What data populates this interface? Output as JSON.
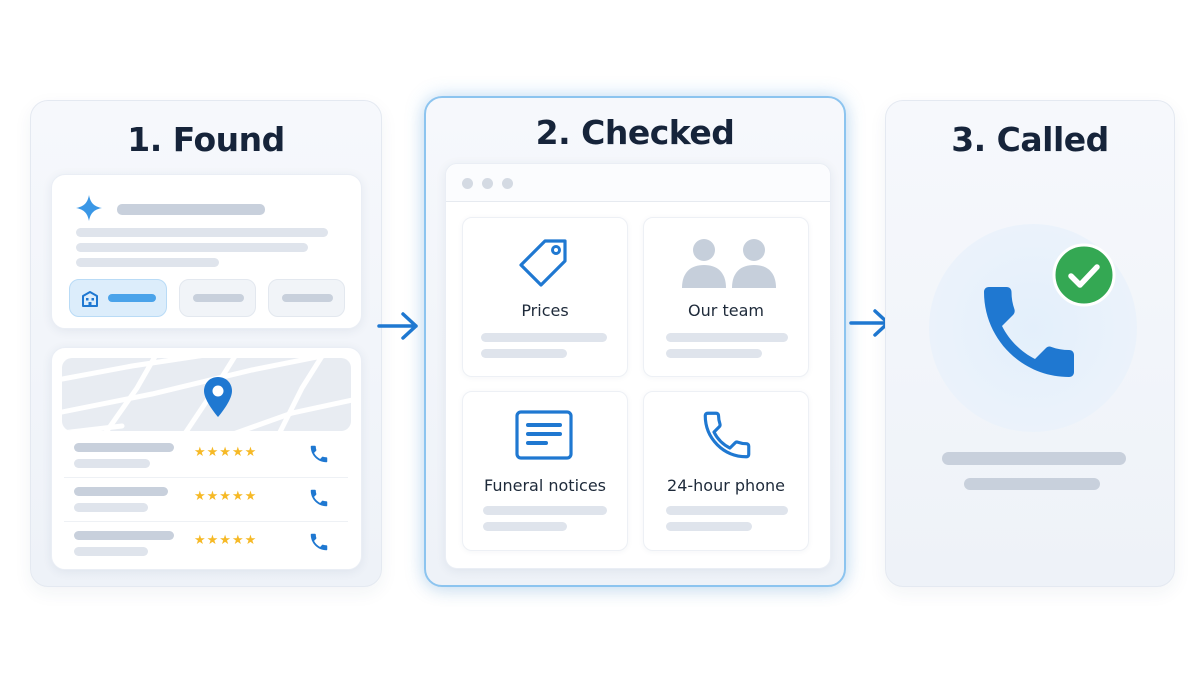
{
  "steps": [
    {
      "title": "1. Found"
    },
    {
      "title": "2. Checked"
    },
    {
      "title": "3. Called"
    }
  ],
  "checked": {
    "tiles": [
      {
        "label": "Prices",
        "icon": "price-tag-icon"
      },
      {
        "label": "Our team",
        "icon": "team-icon"
      },
      {
        "label": "Funeral notices",
        "icon": "notice-icon"
      },
      {
        "label": "24-hour phone",
        "icon": "phone-icon"
      }
    ]
  },
  "found": {
    "listings": [
      {
        "rating": "★★★★★"
      },
      {
        "rating": "★★★★★"
      },
      {
        "rating": "★★★★★"
      }
    ]
  },
  "colors": {
    "accent": "#1f78d1",
    "check": "#34a853",
    "star": "#f6b926"
  }
}
